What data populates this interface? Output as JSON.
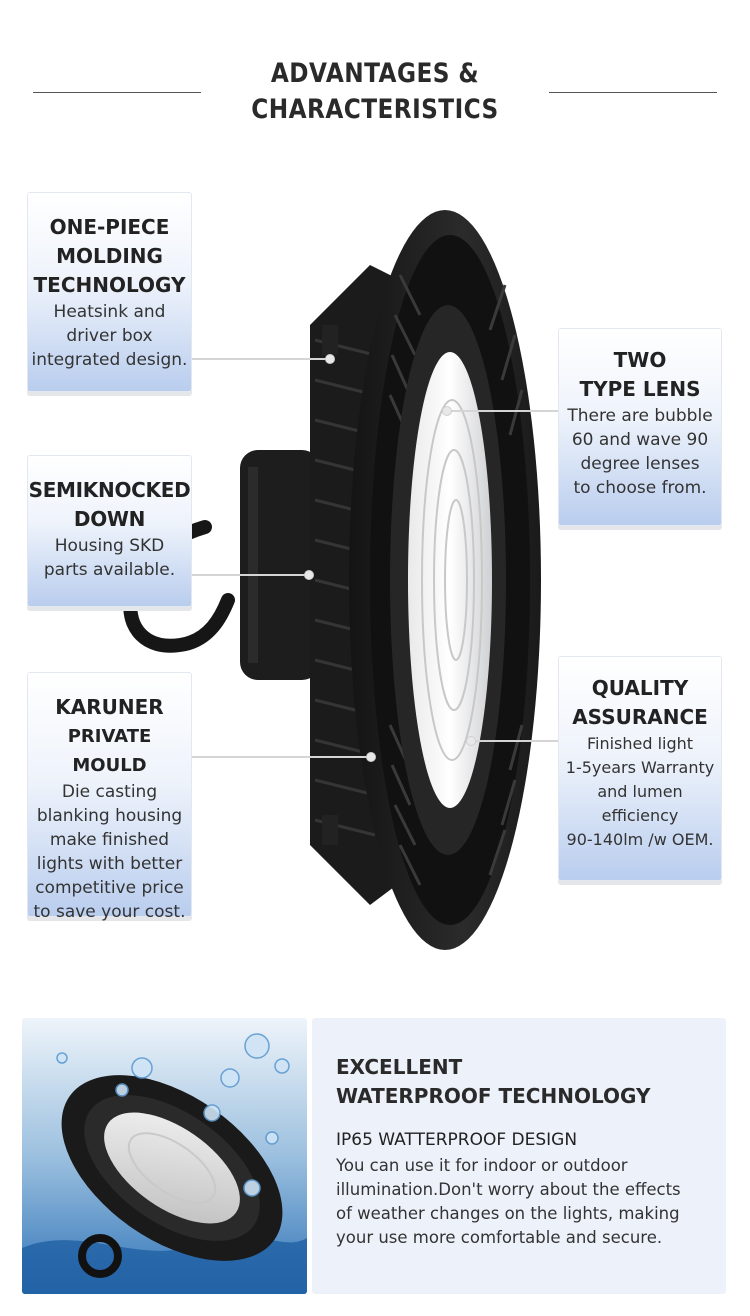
{
  "header": {
    "title_line1": "ADVANTAGES &",
    "title_line2": "CHARACTERISTICS"
  },
  "features": {
    "one_piece": {
      "title_lines": [
        "ONE-PIECE",
        "MOLDING",
        "TECHNOLOGY"
      ],
      "body_lines": [
        "Heatsink and",
        "driver box",
        "integrated design."
      ]
    },
    "semiknocked": {
      "title_lines": [
        "SEMIKNOCKED",
        "DOWN"
      ],
      "body_lines": [
        "Housing SKD",
        "parts available."
      ]
    },
    "karuner": {
      "title_lines": [
        "KARUNER",
        "PRIVATE MOULD"
      ],
      "body_lines": [
        "Die casting",
        "blanking housing",
        "make finished",
        "lights with better",
        "competitive price",
        "to save your cost."
      ]
    },
    "two_type_lens": {
      "title_lines": [
        "TWO",
        "TYPE LENS"
      ],
      "body_lines": [
        "There are bubble",
        "60 and wave 90",
        "degree lenses",
        "to choose from."
      ]
    },
    "quality": {
      "title_lines": [
        "QUALITY",
        "ASSURANCE"
      ],
      "body_lines": [
        "Finished light",
        "1-5years Warranty",
        "and lumen",
        "efficiency",
        "90-140lm /w OEM."
      ]
    }
  },
  "waterproof": {
    "title_line1": "EXCELLENT",
    "title_line2": "WATERPROOF TECHNOLOGY",
    "subtitle": "IP65 WATTERPROOF DESIGN",
    "body_lines": [
      "You can use it for indoor or outdoor",
      "illumination.Don't worry about the effects",
      "of weather changes on the lights, making",
      "your use more comfortable and secure."
    ]
  },
  "colors": {
    "card_gradient_bottom": "#b9cdee",
    "panel_background": "#edf2fa",
    "lamp_body": "#1e1e1e"
  }
}
